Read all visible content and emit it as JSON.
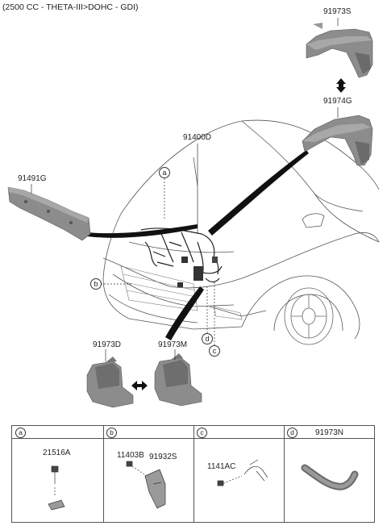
{
  "header": {
    "engine_spec": "(2500 CC - THETA-III>DOHC - GDI)"
  },
  "parts": {
    "p91973S": "91973S",
    "p91974G": "91974G",
    "p91400D": "91400D",
    "p91491G": "91491G",
    "p91973D": "91973D",
    "p91973M": "91973M"
  },
  "callouts": {
    "a": "a",
    "b": "b",
    "c": "c",
    "d": "d"
  },
  "table": {
    "headers": [
      {
        "letter": "a",
        "part": ""
      },
      {
        "letter": "b",
        "part": ""
      },
      {
        "letter": "c",
        "part": ""
      },
      {
        "letter": "d",
        "part": "91973N"
      }
    ],
    "cells": {
      "a_part": "21516A",
      "b_part1": "11403B",
      "b_part2": "91932S",
      "c_part": "1141AC"
    }
  },
  "colors": {
    "line": "#333333",
    "part_fill": "#8c8c8c",
    "part_dark": "#5a5a5a",
    "harness": "#111111"
  }
}
